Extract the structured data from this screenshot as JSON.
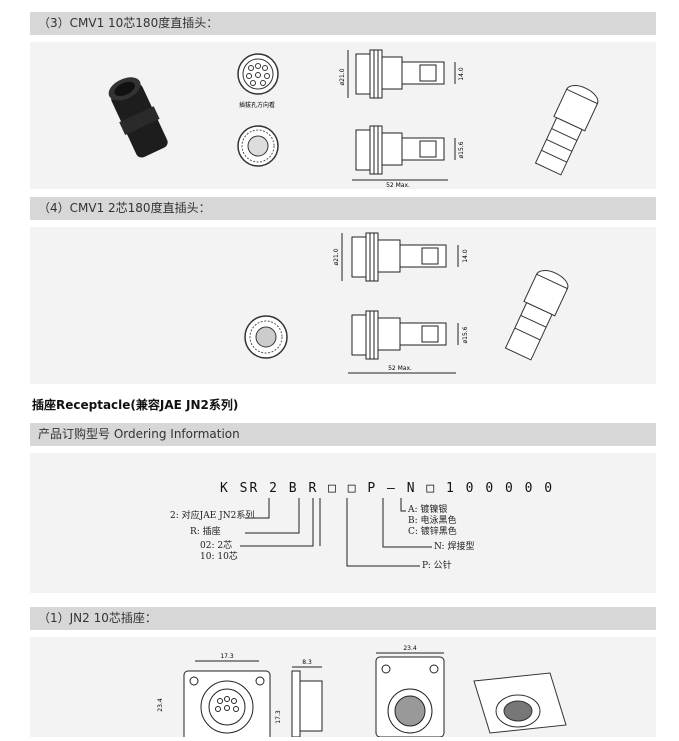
{
  "sections": {
    "s3": "（3）CMV1 10芯180度直插头：",
    "s4": "（4）CMV1 2芯180度直插头：",
    "receptacle_heading": "插座Receptacle(兼容JAE JN2系列)",
    "ordering": "产品订购型号 Ordering Information",
    "s1": "（1）JN2  10芯插座："
  },
  "drawing_labels": {
    "view_caption": "插拔孔方向看",
    "dia_21": "ø21.0",
    "dim_14": "14.0",
    "dia_156": "ø15.6",
    "len_52": "52 Max.",
    "dim_173": "17.3",
    "dim_83": "8.3",
    "dim_234": "23.4"
  },
  "order_code": {
    "code": "K SR 2 B R □ □ P – N □ 1 0 0 0 0 0",
    "left_notes": [
      "2: 对应JAE JN2系列",
      "R: 插座",
      "02: 2芯",
      "10: 10芯"
    ],
    "right_notes": [
      "A: 镀镍银",
      "B: 电泳黑色",
      "C: 镀锌黑色",
      "N: 焊接型",
      "P: 公针"
    ]
  }
}
